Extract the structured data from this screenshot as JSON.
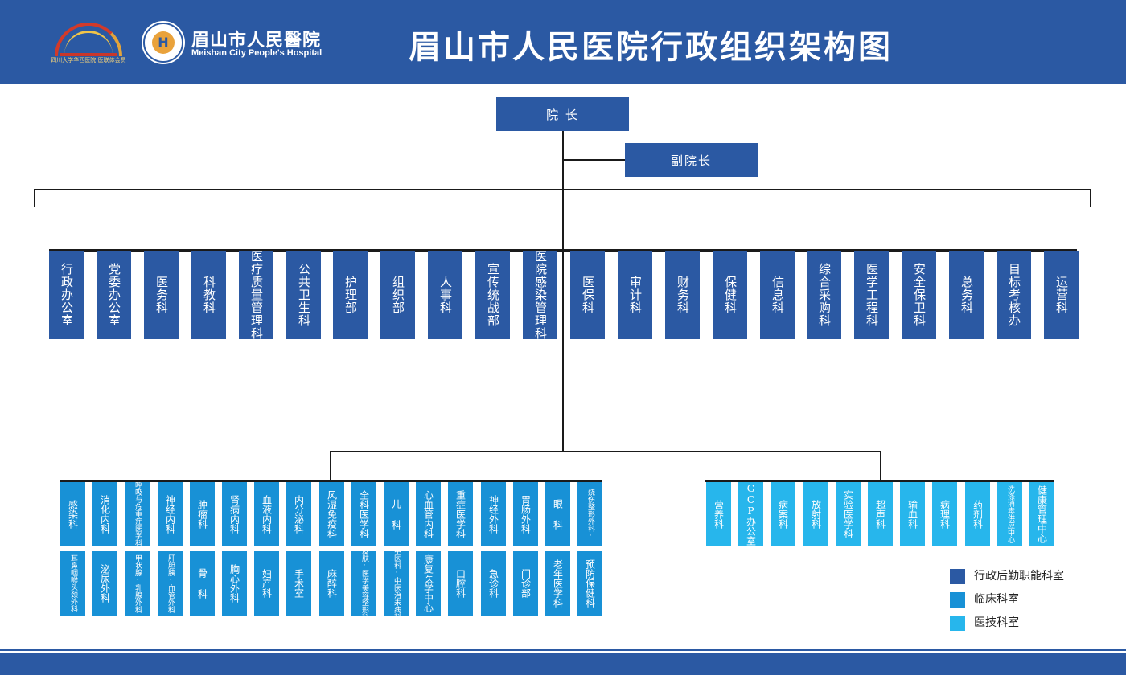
{
  "header": {
    "logo1_text": "四川大学华西医院|医联体会员",
    "logo2_glyph": "H",
    "hospital_name_cn": "眉山市人民醫院",
    "hospital_name_en": "Meishan City People's Hospital",
    "title": "眉山市人民医院行政组织架构图"
  },
  "top": {
    "president": "院 长",
    "vice_president": "副院长"
  },
  "admin_depts": [
    "行政办公室",
    "党委办公室",
    "医务科",
    "科教科",
    "医疗质量管理科",
    "公共卫生科",
    "护理部",
    "组织部",
    "人事科",
    "宣传统战部",
    "医院感染管理科",
    "医保科",
    "审计科",
    "财务科",
    "保健科",
    "信息科",
    "综合采购科",
    "医学工程科",
    "安全保卫科",
    "总务科",
    "目标考核办",
    "运营科"
  ],
  "clinical_row1": [
    "感染科",
    "消化内科",
    "呼吸与危重症医学科",
    "神经内科",
    "肿瘤科",
    "肾病内科",
    "血液内科",
    "内分泌科",
    "风湿免疫科",
    "全科医学科",
    "儿 科",
    "心血管内科",
    "重症医学科",
    "神经外科",
    "胃肠外科",
    "眼 科",
    "烧伤整形外科·"
  ],
  "clinical_row2": [
    "耳鼻咽喉头颈外科",
    "泌尿外科",
    "甲状腺·乳腺外科",
    "肝胆胰·血管外科",
    "骨 科",
    "胸心外科",
    "妇产科",
    "手术室",
    "麻醉科",
    "皮肤·医学美容整形科",
    "中医科·中医治未病科",
    "康复医学中心",
    "口腔科",
    "急诊科",
    "门诊部",
    "老年医学科",
    "预防保健科"
  ],
  "tech_depts": [
    "营养科",
    "GCP办公室",
    "病案科",
    "放射科",
    "实验医学科",
    "超声科",
    "输血科",
    "病理科",
    "药剂科",
    "洗涤消毒供应中心",
    "健康管理中心"
  ],
  "legend": [
    {
      "label": "行政后勤职能科室",
      "color": "#2b59a3"
    },
    {
      "label": "临床科室",
      "color": "#1891d6"
    },
    {
      "label": "医技科室",
      "color": "#27b6ec"
    }
  ]
}
